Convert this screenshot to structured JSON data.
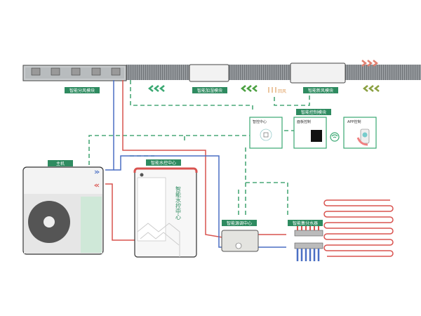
{
  "labels": {
    "distribution_module": "智能分风模块",
    "humidifier_module": "智能加湿模块",
    "return_air": "回风",
    "fresh_air_module": "智能新风模块",
    "control_module": "智能控制模块",
    "control_center": "智控中心",
    "panel_control": "面板控制",
    "app_control": "APP控制",
    "main_unit": "主机",
    "water_control_center": "智能水控中心",
    "water_control_vertical": "智能水控中心",
    "source_center": "智能源调中心",
    "manifold": "智能集分水器"
  },
  "colors": {
    "label_bg": "#2e8b60",
    "control_dash": "#4aa878",
    "supply_pipe": "#d9534f",
    "return_pipe": "#4a6fc4",
    "airflow_green": "#3aa872",
    "airflow_red": "#e08070",
    "return_air": "#e0a060"
  }
}
